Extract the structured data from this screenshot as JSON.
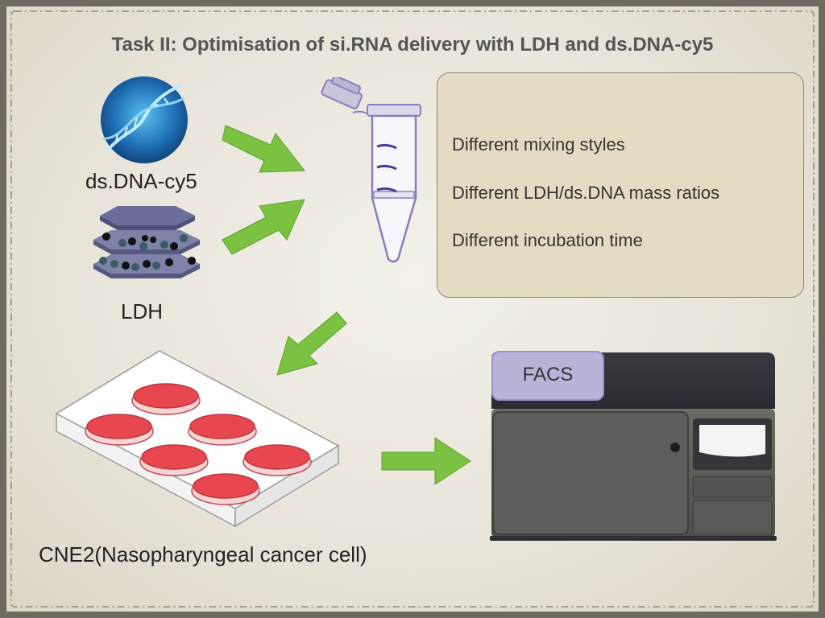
{
  "title": "Task II: Optimisation of si.RNA delivery with LDH and ds.DNA-cy5",
  "labels": {
    "dsdna": "ds.DNA-cy5",
    "ldh": "LDH",
    "cells": "CNE2(Nasopharyngeal cancer cell)",
    "facs": "FACS"
  },
  "conditions": [
    "Different mixing styles",
    "Different LDH/ds.DNA mass ratios",
    "Different incubation time"
  ],
  "colors": {
    "arrow": "#7cc242",
    "dish": "#e8474f",
    "tube": "#8a7ec0",
    "facs_body": "#4b4a4f"
  },
  "icons": [
    "dna-helix-icon",
    "ldh-layers-icon",
    "tube-icon",
    "well-plate-icon",
    "facs-machine-icon"
  ]
}
